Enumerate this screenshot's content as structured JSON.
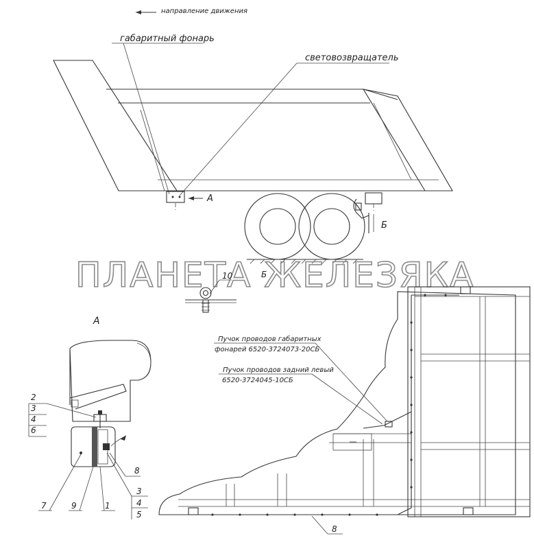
{
  "labels": {
    "direction": "направление движения",
    "marker_lamp": "габаритный фонарь",
    "reflector": "световозвращатель",
    "view_a_arrow": "А",
    "view_b_arrow": "Б",
    "view_a_title": "А",
    "view_b_title": "Б",
    "harness_marker_line1": "Пучок проводов габаритных",
    "harness_marker_line2": "фонарей 6520-3724073-20СБ",
    "harness_rear_line1": "Пучок проводов задний левый",
    "harness_rear_line2": "6520-3724045-10СБ"
  },
  "callouts": {
    "c10": "10",
    "c2": "2",
    "c3a": "3",
    "c4a": "4",
    "c6": "6",
    "c8a": "8",
    "c7": "7",
    "c9": "9",
    "c1": "1",
    "c3b": "3",
    "c4b": "4",
    "c5": "5",
    "c8b": "8"
  },
  "watermark": "ПЛАНЕТА ЖЕЛЕЗЯКА"
}
